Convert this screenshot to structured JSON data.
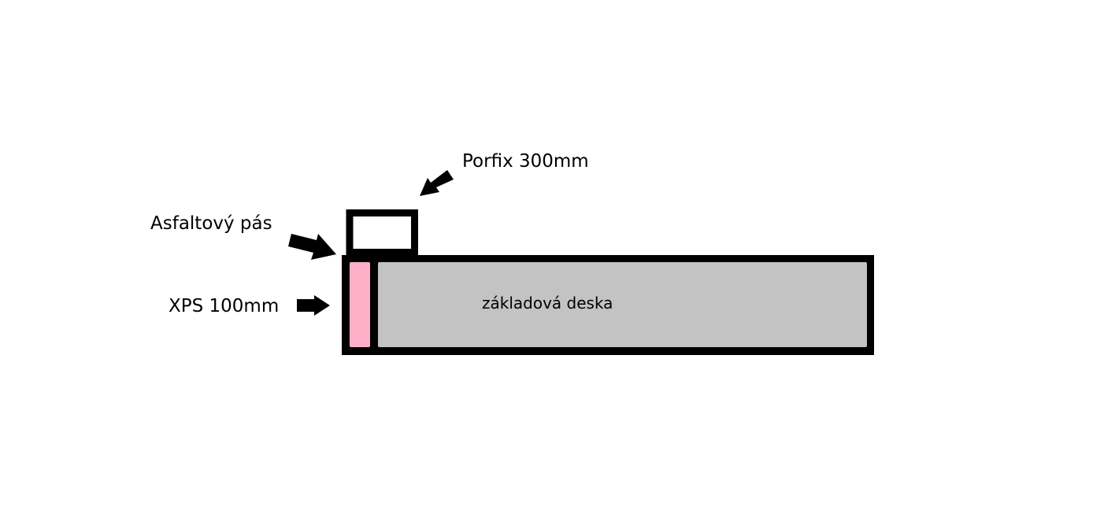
{
  "labels": {
    "porfix": "Porfix 300mm",
    "asfalt": "Asfaltový pás",
    "xps": "XPS 100mm",
    "deska": "základová deska"
  },
  "colors": {
    "outline": "#000000",
    "xps_fill": "#ffafc8",
    "slab_fill": "#c3c3c3",
    "block_fill": "#ffffff",
    "background": "#ffffff"
  }
}
